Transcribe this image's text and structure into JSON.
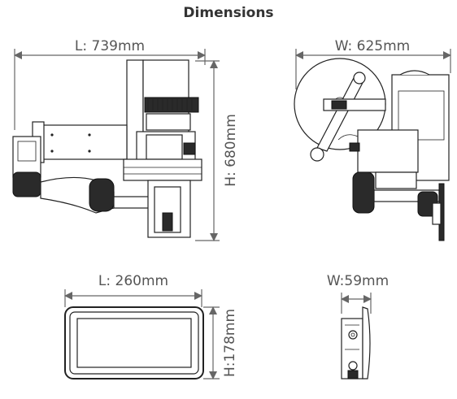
{
  "title": "Dimensions",
  "machine_front": {
    "length_label": "L: 739mm",
    "height_label": "H: 680mm"
  },
  "machine_side": {
    "width_label": "W: 625mm"
  },
  "screen_front": {
    "length_label": "L: 260mm",
    "height_label": "H:178mm"
  },
  "screen_side": {
    "width_label": "W:59mm"
  }
}
